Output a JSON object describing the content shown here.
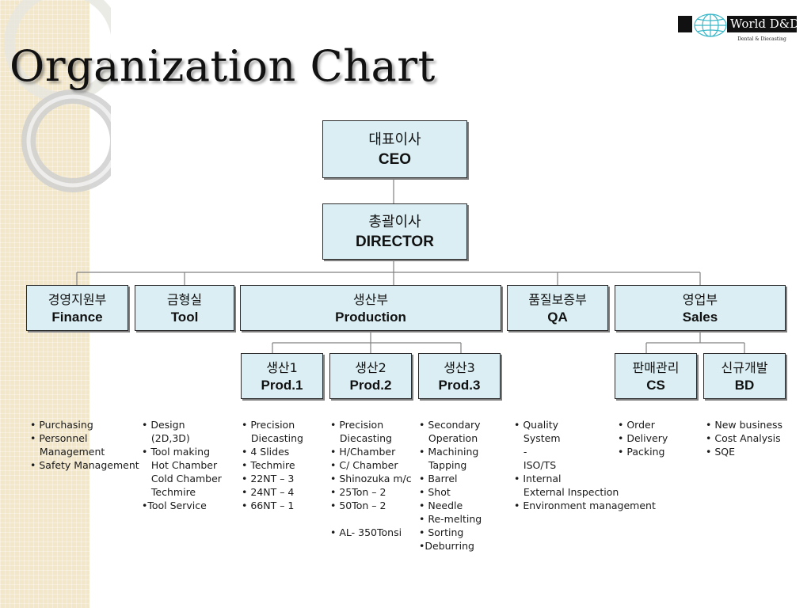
{
  "title": "Organization Chart",
  "logo": {
    "name": "World D&D",
    "tagline": "Dental & Diecasting"
  },
  "colors": {
    "box_fill": "#daeef3",
    "box_border": "#2b2b2b",
    "line": "#808080",
    "strip": "#f3e7c9"
  },
  "nodes": {
    "ceo": {
      "ko": "대표이사",
      "en": "CEO"
    },
    "director": {
      "ko": "총괄이사",
      "en": "DIRECTOR"
    },
    "finance": {
      "ko": "경영지원부",
      "en": "Finance"
    },
    "tool": {
      "ko": "금형실",
      "en": "Tool"
    },
    "production": {
      "ko": "생산부",
      "en": "Production"
    },
    "qa": {
      "ko": "품질보증부",
      "en": "QA"
    },
    "sales": {
      "ko": "영업부",
      "en": "Sales"
    },
    "prod1": {
      "ko": "생산1",
      "en": "Prod.1"
    },
    "prod2": {
      "ko": "생산2",
      "en": "Prod.2"
    },
    "prod3": {
      "ko": "생산3",
      "en": "Prod.3"
    },
    "cs": {
      "ko": "판매관리",
      "en": "CS"
    },
    "bd": {
      "ko": "신규개발",
      "en": "BD"
    }
  },
  "duties": {
    "finance": [
      "• Purchasing",
      "• Personnel",
      "   Management",
      "• Safety Management"
    ],
    "tool": [
      "• Design",
      "   (2D,3D)",
      "• Tool making",
      "   Hot Chamber",
      "   Cold Chamber",
      "   Techmire",
      "•Tool Service"
    ],
    "prod1": [
      "• Precision",
      "   Diecasting",
      "• 4 Slides",
      "• Techmire",
      "• 22NT – 3",
      "• 24NT – 4",
      "• 66NT – 1"
    ],
    "prod2": [
      "• Precision",
      "   Diecasting",
      "• H/Chamber",
      "• C/ Chamber",
      "• Shinozuka m/c",
      "• 25Ton – 2",
      "• 50Ton – 2",
      "",
      "• AL- 350Tonsi"
    ],
    "prod3": [
      "• Secondary",
      "   Operation",
      "• Machining",
      "   Tapping",
      "• Barrel",
      "• Shot",
      "• Needle",
      "• Re-melting",
      "• Sorting",
      "•Deburring"
    ],
    "qa": [
      "• Quality",
      "   System",
      "   -",
      "   ISO/TS",
      "• Internal",
      "   External Inspection",
      "• Environment management"
    ],
    "cs": [
      "• Order",
      "• Delivery",
      "• Packing"
    ],
    "bd": [
      "• New business",
      "• Cost Analysis",
      "• SQE"
    ]
  }
}
